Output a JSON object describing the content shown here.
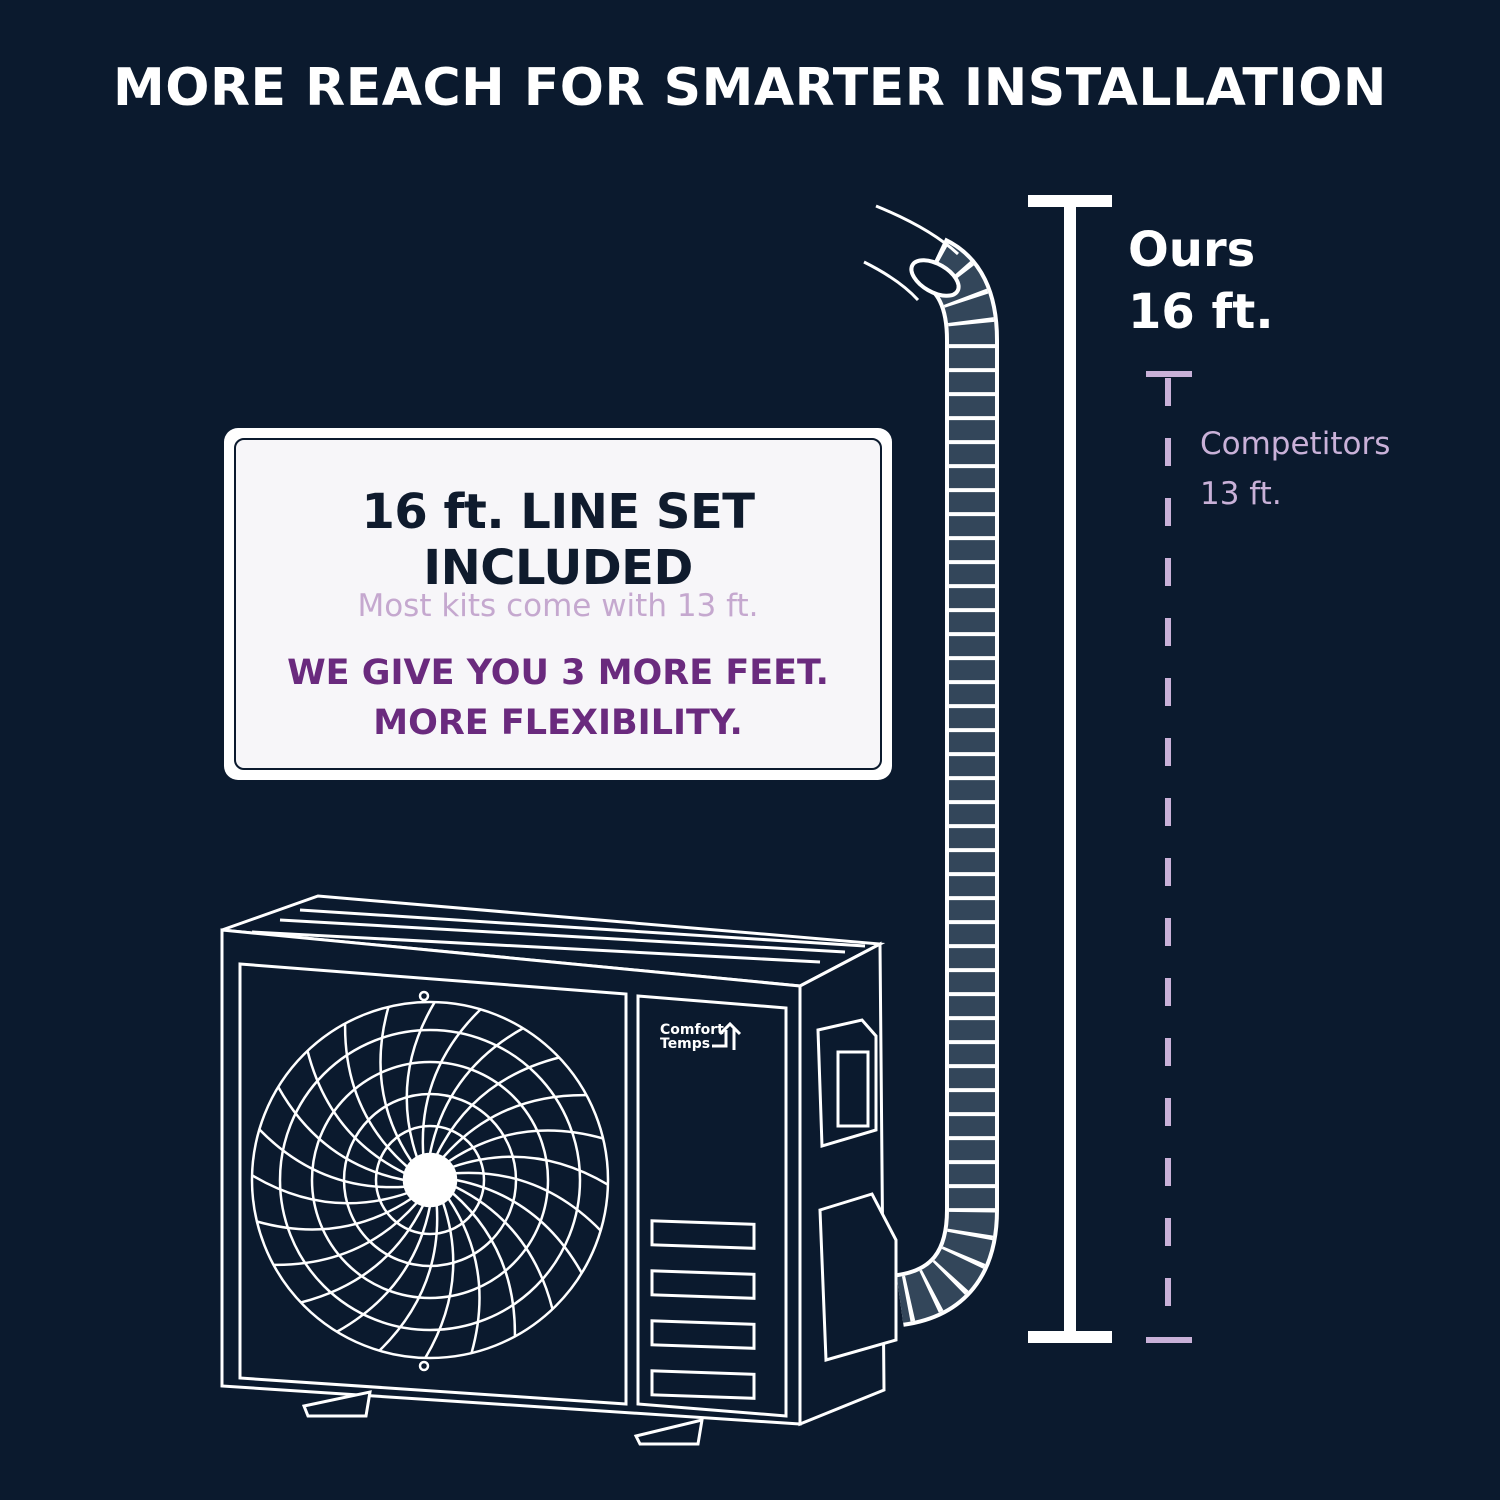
{
  "headline": "MORE REACH FOR SMARTER INSTALLATION",
  "card": {
    "title": "16 ft. LINE SET INCLUDED",
    "subtitle": "Most kits come with 13 ft.",
    "emphasis_line1": "WE GIVE YOU 3 MORE FEET.",
    "emphasis_line2": "MORE FLEXIBILITY."
  },
  "comparison": {
    "ours_label": "Ours",
    "ours_value": "16 ft.",
    "competitors_label": "Competitors",
    "competitors_value": "13 ft."
  },
  "brand": {
    "line1": "Comfort",
    "line2": "Temps"
  },
  "colors": {
    "background": "#0b1a2e",
    "white": "#ffffff",
    "accent_purple": "#6a2a7e",
    "muted_lilac": "#c9b1d8"
  }
}
